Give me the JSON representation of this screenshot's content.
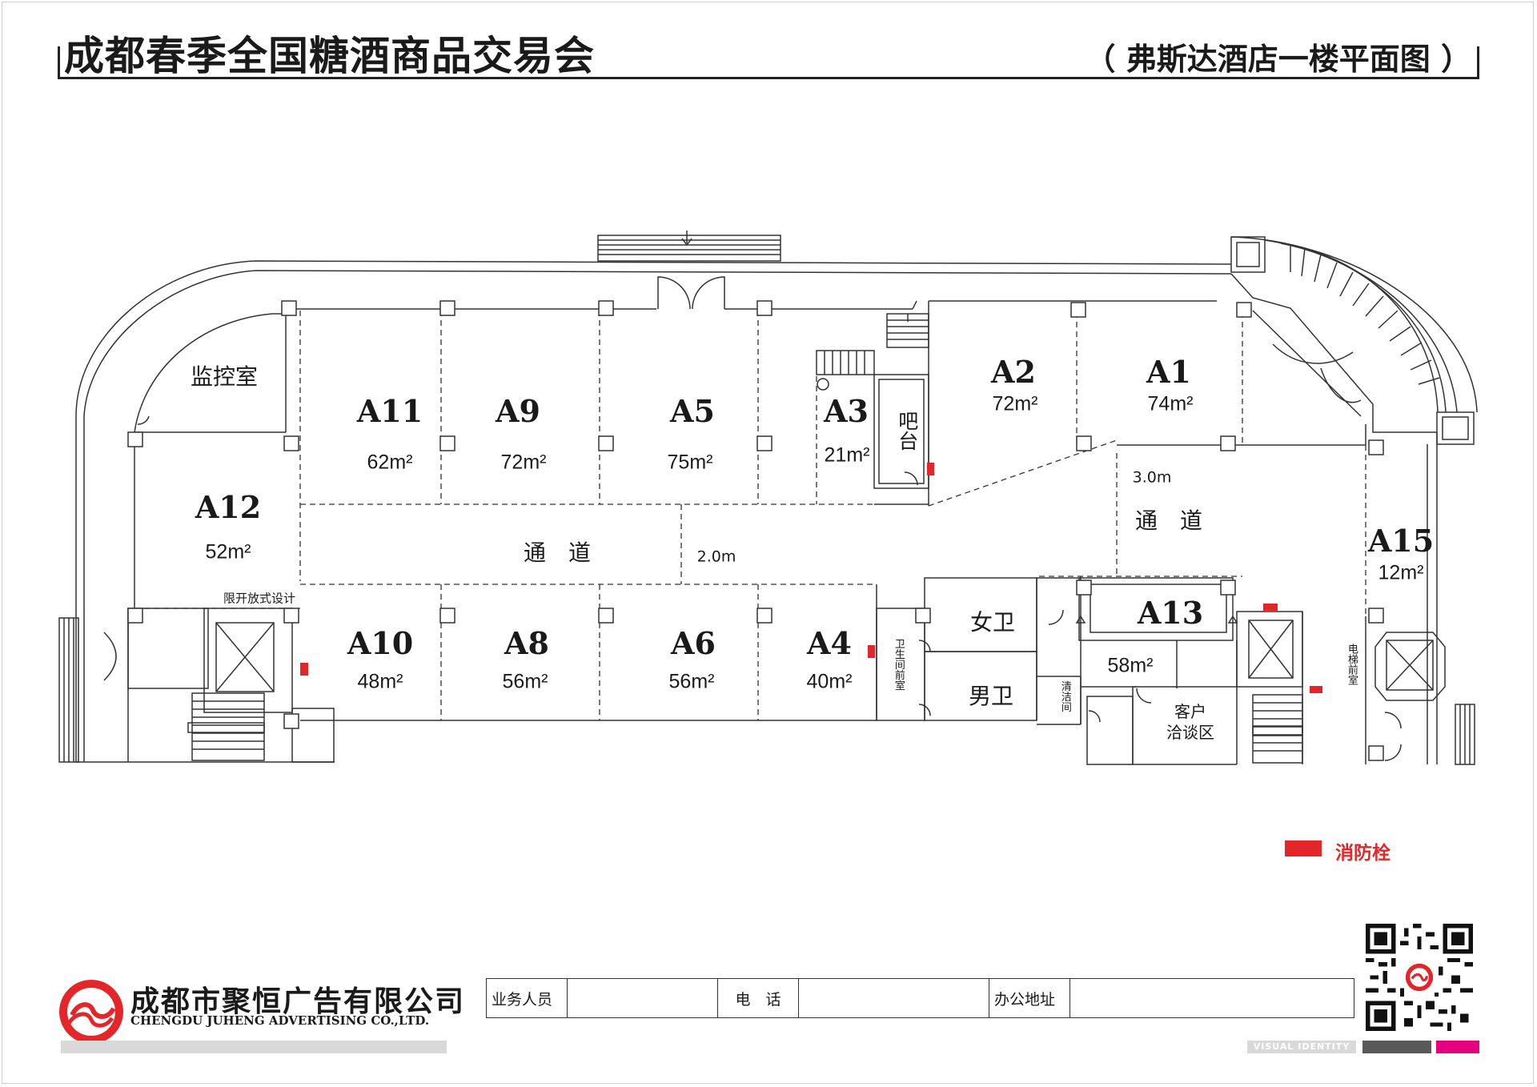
{
  "header": {
    "title": "成都春季全国糖酒商品交易会",
    "subtitle": "（ 弗斯达酒店一楼平面图 ）"
  },
  "booths": [
    {
      "id": "A1",
      "area": "74m²"
    },
    {
      "id": "A2",
      "area": "72m²"
    },
    {
      "id": "A3",
      "area": "21m²"
    },
    {
      "id": "A4",
      "area": "40m²"
    },
    {
      "id": "A5",
      "area": "75m²"
    },
    {
      "id": "A6",
      "area": "56m²"
    },
    {
      "id": "A8",
      "area": "56m²"
    },
    {
      "id": "A9",
      "area": "72m²"
    },
    {
      "id": "A10",
      "area": "48m²"
    },
    {
      "id": "A11",
      "area": "62m²"
    },
    {
      "id": "A12",
      "area": "52m²"
    },
    {
      "id": "A13",
      "area": "58m²"
    },
    {
      "id": "A15",
      "area": "12m²"
    }
  ],
  "rooms": {
    "monitor_room": "监控室",
    "bar": "吧台",
    "corridor_left": "通　道",
    "corridor_right": "通　道",
    "corridor_left_width": "2.0m",
    "corridor_right_width": "3.0m",
    "open_design_note": "限开放式设计",
    "women_wc": "女卫",
    "men_wc": "男卫",
    "wc_anteroom": "卫生间前室",
    "cleaning_room": "清洁间",
    "client_area_line1": "客户",
    "client_area_line2": "洽谈区",
    "elevator_lobby": "电梯前室"
  },
  "legend": {
    "label": "消防栓",
    "color": "#e4262a"
  },
  "footer": {
    "company_cn": "成都市聚恒广告有限公司",
    "company_en": "CHENGDU JUHENG ADVERTISING CO.,LTD.",
    "form_labels": [
      "业务人员",
      "电　话",
      "办公地址"
    ],
    "form_values": [
      "",
      "",
      ""
    ],
    "visual_identity": "VISUAL IDENTITY"
  },
  "colors": {
    "brand_red": "#e4262a",
    "magenta": "#e4007f"
  }
}
